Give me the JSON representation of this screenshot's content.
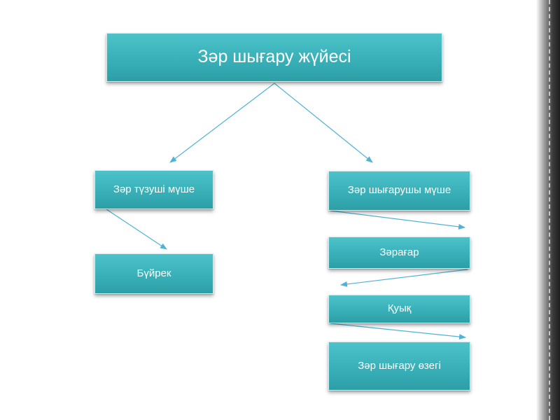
{
  "diagram": {
    "title": "Зәр шығару жүйесі",
    "maker": "Зәр түзуші мүше",
    "excretor": "Зәр шығарушы мүше",
    "kidney": "Бүйрек",
    "ureter": "Зәрағар",
    "bladder": "Қуық",
    "urethra": "Зәр шығару өзегі"
  },
  "colors": {
    "box_fill": "#3cb3bb",
    "box_text": "#ffffff",
    "arrow": "#4fb3d6",
    "background": "#ffffff"
  },
  "edges": [
    {
      "from": "title",
      "to": "maker"
    },
    {
      "from": "title",
      "to": "excretor"
    },
    {
      "from": "maker",
      "to": "kidney"
    },
    {
      "from": "excretor",
      "to": "ureter"
    },
    {
      "from": "ureter",
      "to": "bladder"
    },
    {
      "from": "bladder",
      "to": "urethra"
    }
  ]
}
